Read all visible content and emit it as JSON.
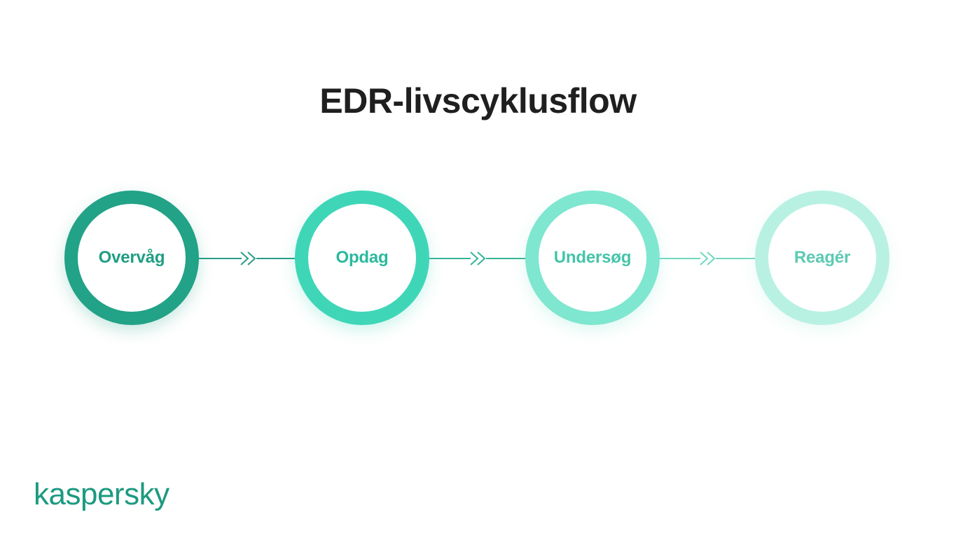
{
  "title": "EDR-livscyklusflow",
  "steps": [
    {
      "label": "Overvåg",
      "color": "#1f9e83",
      "ring_color": "#22a287"
    },
    {
      "label": "Opdag",
      "color": "#2ab99d",
      "ring_color": "#3fd6b8"
    },
    {
      "label": "Undersøg",
      "color": "#45c4a9",
      "ring_color": "#7fe6cf"
    },
    {
      "label": "Reagér",
      "color": "#5ccab3",
      "ring_color": "#b8f1e2"
    }
  ],
  "connector_color": "#2a9d86",
  "brand": {
    "logo_text": "kaspersky",
    "color": "#1c9a80"
  }
}
